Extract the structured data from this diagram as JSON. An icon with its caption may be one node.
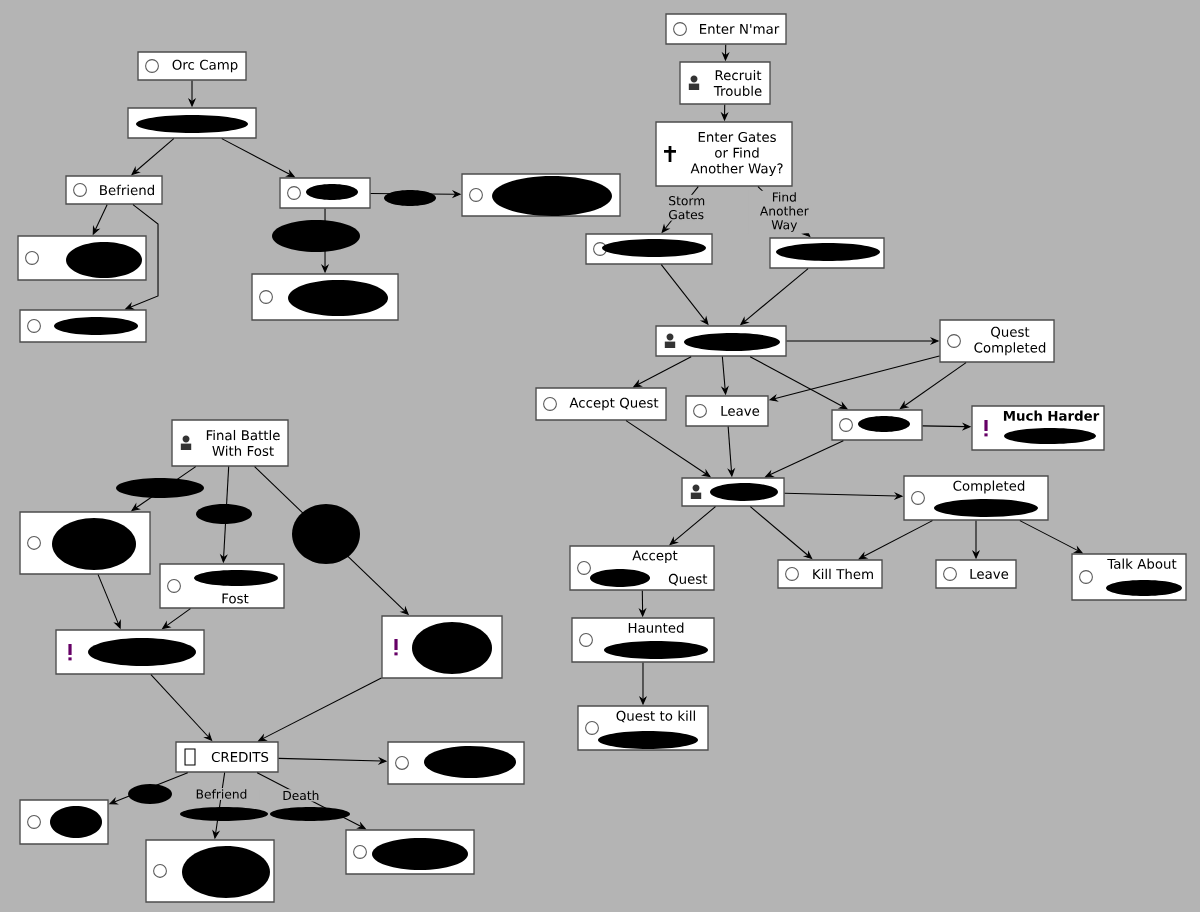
{
  "diagram": {
    "nodes": [
      {
        "text": [
          "Orc Camp"
        ]
      },
      {
        "text": [],
        "shape": "box"
      },
      {
        "text": [
          "Befriend"
        ]
      },
      {
        "text": [],
        "shape": "box"
      },
      {
        "text": [],
        "shape": "box"
      },
      {
        "text": [],
        "shape": "box"
      },
      {
        "text": [],
        "shape": "box"
      },
      {
        "text": [],
        "shape": "box"
      },
      {
        "text": [
          "Enter N'mar"
        ]
      },
      {
        "text": [
          "Recruit Trouble"
        ]
      },
      {
        "text": [
          "Enter Gates or Find Another Way?"
        ]
      },
      {
        "text": [],
        "shape": "box"
      },
      {
        "text": [],
        "shape": "box"
      },
      {
        "text": [],
        "shape": "box"
      },
      {
        "text": [
          "Quest Completed"
        ]
      },
      {
        "text": [
          "Accept Quest"
        ]
      },
      {
        "text": [
          "Leave"
        ]
      },
      {
        "text": [],
        "shape": "box"
      },
      {
        "text": [
          "Much Harder"
        ]
      },
      {
        "text": [],
        "shape": "box"
      },
      {
        "text": [
          "Completed"
        ]
      },
      {
        "text": [
          "Accept",
          "Quest"
        ]
      },
      {
        "text": [
          "Kill Them"
        ]
      },
      {
        "text": [
          "Leave"
        ]
      },
      {
        "text": [
          "Talk About"
        ]
      },
      {
        "text": [
          "Haunted"
        ]
      },
      {
        "text": [
          "Quest to kill"
        ]
      },
      {
        "text": [
          "Final Battle With Fost"
        ]
      },
      {
        "text": [],
        "shape": "box"
      },
      {
        "text": [
          "Fost"
        ]
      },
      {
        "text": [],
        "shape": "box"
      },
      {
        "text": [],
        "shape": "box"
      },
      {
        "text": [
          "CREDITS"
        ]
      },
      {
        "text": [],
        "shape": "box"
      },
      {
        "text": [],
        "shape": "box"
      },
      {
        "text": [],
        "shape": "box"
      },
      {
        "text": [],
        "shape": "box"
      }
    ],
    "edges": [
      {
        "from": 0,
        "to": 1,
        "arrow": "to"
      },
      {
        "from": 1,
        "to": 2,
        "arrow": "to"
      },
      {
        "from": 1,
        "to": 5,
        "arrow": "to"
      },
      {
        "from": 2,
        "to": 3,
        "arrow": "to"
      },
      {
        "from": 2,
        "to": 4,
        "arrow": "to"
      },
      {
        "from": 5,
        "to": 7,
        "arrow": "to"
      },
      {
        "from": 5,
        "to": 6,
        "arrow": "to"
      },
      {
        "from": 8,
        "to": 9,
        "arrow": "to"
      },
      {
        "from": 9,
        "to": 10,
        "arrow": "to"
      },
      {
        "from": 10,
        "to": 11,
        "arrow": "to",
        "label": "Storm Gates"
      },
      {
        "from": 10,
        "to": 12,
        "arrow": "to",
        "label": "Find Another Way"
      },
      {
        "from": 11,
        "to": 13,
        "arrow": "to"
      },
      {
        "from": 12,
        "to": 13,
        "arrow": "to"
      },
      {
        "from": 13,
        "to": 14,
        "arrow": "to"
      },
      {
        "from": 13,
        "to": 15,
        "arrow": "to"
      },
      {
        "from": 13,
        "to": 16,
        "arrow": "to"
      },
      {
        "from": 13,
        "to": 17,
        "arrow": "to"
      },
      {
        "from": 14,
        "to": 16,
        "arrow": "to"
      },
      {
        "from": 14,
        "to": 17,
        "arrow": "to"
      },
      {
        "from": 17,
        "to": 18,
        "arrow": "to"
      },
      {
        "from": 15,
        "to": 19,
        "arrow": "to"
      },
      {
        "from": 16,
        "to": 19,
        "arrow": "to"
      },
      {
        "from": 17,
        "to": 19,
        "arrow": "to"
      },
      {
        "from": 19,
        "to": 20,
        "arrow": "to"
      },
      {
        "from": 19,
        "to": 21,
        "arrow": "to"
      },
      {
        "from": 19,
        "to": 22,
        "arrow": "to"
      },
      {
        "from": 20,
        "to": 22,
        "arrow": "to"
      },
      {
        "from": 20,
        "to": 23,
        "arrow": "to"
      },
      {
        "from": 20,
        "to": 24,
        "arrow": "to"
      },
      {
        "from": 21,
        "to": 25,
        "arrow": "to"
      },
      {
        "from": 25,
        "to": 26,
        "arrow": "to"
      },
      {
        "from": 27,
        "to": 28,
        "arrow": "to"
      },
      {
        "from": 27,
        "to": 29,
        "arrow": "to"
      },
      {
        "from": 27,
        "to": 31,
        "arrow": "to"
      },
      {
        "from": 28,
        "to": 30,
        "arrow": "to"
      },
      {
        "from": 29,
        "to": 30,
        "arrow": "to"
      },
      {
        "from": 30,
        "to": 32,
        "arrow": "to"
      },
      {
        "from": 31,
        "to": 32,
        "arrow": "to"
      },
      {
        "from": 32,
        "to": 33,
        "arrow": "to"
      },
      {
        "from": 32,
        "to": 34,
        "arrow": "to"
      },
      {
        "from": 32,
        "to": 35,
        "arrow": "to",
        "label": "Befriend"
      },
      {
        "from": 32,
        "to": 36,
        "arrow": "to",
        "label": "Death"
      }
    ]
  }
}
